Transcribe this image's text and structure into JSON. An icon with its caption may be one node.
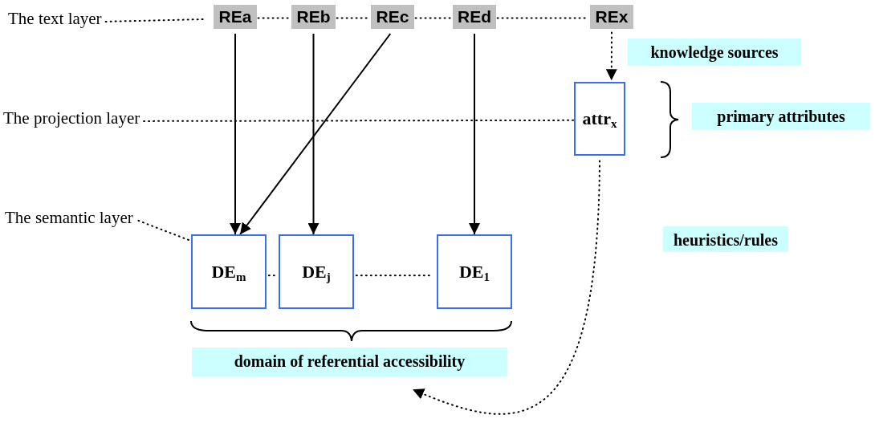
{
  "diagram": {
    "nodes": [
      {
        "text": [
          "The text layer"
        ]
      },
      {
        "text": [
          "REa"
        ]
      },
      {
        "text": [
          "REb"
        ]
      },
      {
        "text": [
          "REc"
        ]
      },
      {
        "text": [
          "REd"
        ]
      },
      {
        "text": [
          "REx"
        ]
      },
      {
        "text": [
          "The projection layer"
        ]
      },
      {
        "text": [
          "attr$_{x}$"
        ]
      },
      {
        "text": [
          "The semantic layer"
        ]
      },
      {
        "text": [
          "DE$_{m}$"
        ]
      },
      {
        "text": [
          "DE$_{j}$"
        ]
      },
      {
        "text": [
          "DE$_{1}$"
        ]
      },
      {
        "text": [
          "domain of referential accessibility"
        ]
      }
    ],
    "edges": [
      {
        "from": 0,
        "to": 1,
        "arrow": "none",
        "style": "dashed"
      },
      {
        "from": 1,
        "to": 2,
        "arrow": "none",
        "style": "dashed"
      },
      {
        "from": 2,
        "to": 3,
        "arrow": "none",
        "style": "dashed"
      },
      {
        "from": 3,
        "to": 4,
        "arrow": "none",
        "style": "dashed"
      },
      {
        "from": 4,
        "to": 5,
        "arrow": "none",
        "style": "dashed"
      },
      {
        "from": 6,
        "to": 7,
        "arrow": "none",
        "style": "dashed"
      },
      {
        "from": 8,
        "to": 9,
        "arrow": "none",
        "style": "dashed"
      },
      {
        "from": 9,
        "to": 10,
        "arrow": "none",
        "style": "dashed"
      },
      {
        "from": 10,
        "to": 11,
        "arrow": "none",
        "style": "dashed"
      },
      {
        "from": 1,
        "to": 9,
        "arrow": "to"
      },
      {
        "from": 2,
        "to": 10,
        "arrow": "to"
      },
      {
        "from": 3,
        "to": 9,
        "arrow": "to"
      },
      {
        "from": 4,
        "to": 11,
        "arrow": "to"
      },
      {
        "from": 5,
        "to": 7,
        "arrow": "to",
        "style": "dashed"
      },
      {
        "from": 7,
        "to": 12,
        "arrow": "to",
        "style": "dashed"
      }
    ],
    "labels": [
      "knowledge sources",
      "primary attributes",
      "heuristics/rules"
    ]
  }
}
